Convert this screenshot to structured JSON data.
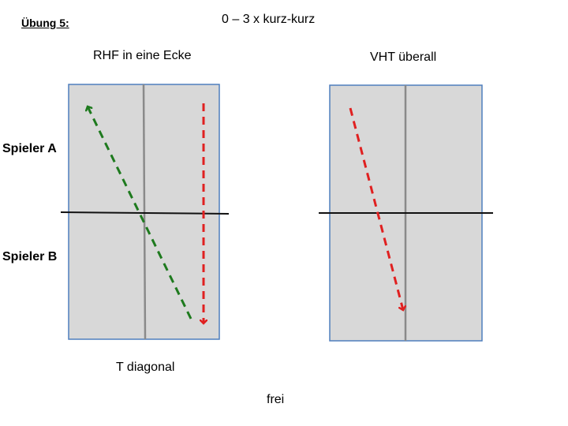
{
  "header": {
    "exercise": "Übung 5:",
    "drill": "0 – 3 x kurz-kurz"
  },
  "players": {
    "a": "Spieler A",
    "b": "Spieler B"
  },
  "tables": [
    {
      "heading": "RHF in eine Ecke",
      "footer": "T diagonal"
    },
    {
      "heading": "VHT überall"
    }
  ],
  "note": "frei",
  "colors": {
    "table": "#d8d8d8",
    "table_border": "#4f7fbd",
    "center_line": "#8a8a8a",
    "net": "#111111",
    "arrow_green": "#1e7a1e",
    "arrow_red": "#e02020"
  }
}
